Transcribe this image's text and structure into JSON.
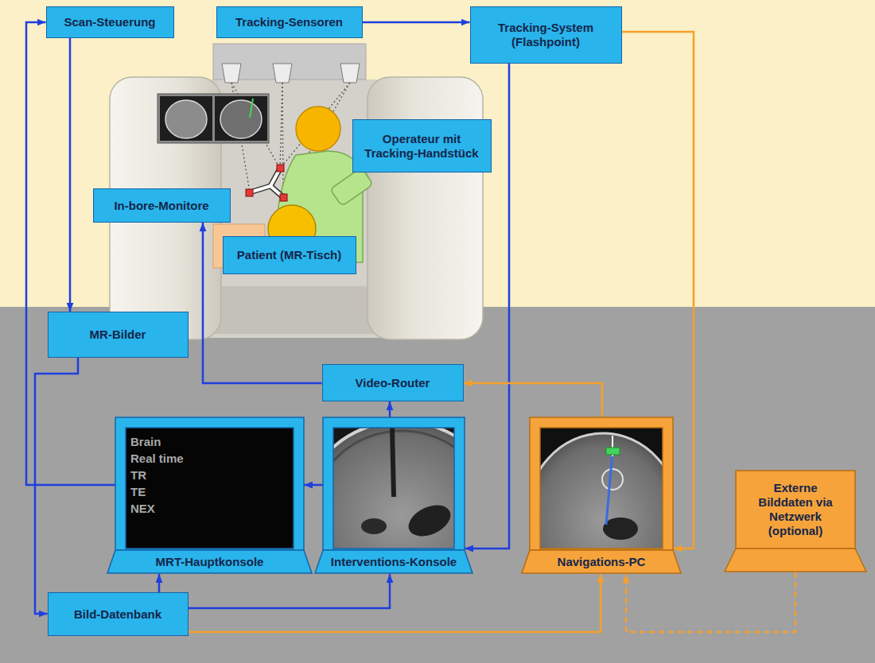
{
  "diagram": {
    "nodes": [
      {
        "text": [
          "Scan-Steuerung"
        ]
      },
      {
        "text": [
          "Tracking-Sensoren"
        ]
      },
      {
        "text": [
          "Tracking-System (Flashpoint)"
        ]
      },
      {
        "text": [
          "Operateur mit Tracking-Handstück"
        ]
      },
      {
        "text": [
          "In-bore-Monitore"
        ]
      },
      {
        "text": [
          "Patient (MR-Tisch)"
        ]
      },
      {
        "text": [
          "MR-Bilder"
        ]
      },
      {
        "text": [
          "Video-Router"
        ]
      },
      {
        "text": [
          "MRT-Hauptkonsole",
          "Brain",
          "Real time",
          "TR",
          "TE",
          "NEX"
        ]
      },
      {
        "text": [
          "Interventions-Konsole"
        ]
      },
      {
        "text": [
          "Navigations-PC"
        ]
      },
      {
        "text": [
          "Externe Bilddaten via Netzwerk (optional)"
        ]
      },
      {
        "text": [
          "Bild-Datenbank"
        ]
      }
    ],
    "edges": [
      {
        "from": 1,
        "to": 2,
        "arrow": "to"
      },
      {
        "from": 2,
        "to": 9,
        "arrow": "to"
      },
      {
        "from": 2,
        "to": 10,
        "arrow": "to"
      },
      {
        "from": 0,
        "to": 6,
        "arrow": "to"
      },
      {
        "from": 8,
        "to": 0,
        "arrow": "to"
      },
      {
        "from": 6,
        "to": 12,
        "arrow": "to"
      },
      {
        "from": 12,
        "to": 8,
        "arrow": "to"
      },
      {
        "from": 12,
        "to": 9,
        "arrow": "to"
      },
      {
        "from": 12,
        "to": 10,
        "arrow": "to"
      },
      {
        "from": 11,
        "to": 10,
        "arrow": "to"
      },
      {
        "from": 9,
        "to": 8,
        "arrow": "to"
      },
      {
        "from": 9,
        "to": 7,
        "arrow": "to"
      },
      {
        "from": 10,
        "to": 7,
        "arrow": "to"
      },
      {
        "from": 7,
        "to": 4,
        "arrow": "to"
      }
    ]
  }
}
